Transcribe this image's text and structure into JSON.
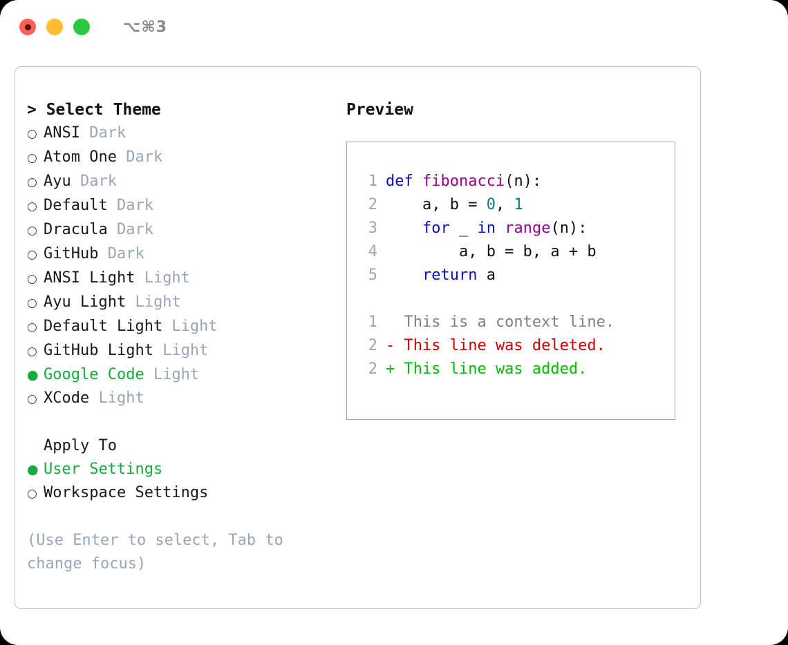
{
  "titlebar": {
    "shortcut": "⌥⌘3",
    "buttons": [
      "close",
      "minimize",
      "maximize"
    ]
  },
  "colors": {
    "accent_green": "#14ab3c",
    "muted": "#9aa5b5",
    "border": "#b9c0cc",
    "keyword": "#0c0cc4",
    "function": "#99008f",
    "number": "#0b7d7d",
    "diff_deleted": "#cc0000",
    "diff_added": "#00bb00",
    "traffic_red": "#ff5f57",
    "traffic_yellow": "#febc2e",
    "traffic_green": "#28c840"
  },
  "theme_list": {
    "title": "> Select Theme",
    "bullet_unselected": "○",
    "bullet_selected": "●",
    "items": [
      {
        "name": "ANSI",
        "kind": "Dark",
        "selected": false
      },
      {
        "name": "Atom One",
        "kind": "Dark",
        "selected": false
      },
      {
        "name": "Ayu",
        "kind": "Dark",
        "selected": false
      },
      {
        "name": "Default",
        "kind": "Dark",
        "selected": false
      },
      {
        "name": "Dracula",
        "kind": "Dark",
        "selected": false
      },
      {
        "name": "GitHub",
        "kind": "Dark",
        "selected": false
      },
      {
        "name": "ANSI Light",
        "kind": "Light",
        "selected": false
      },
      {
        "name": "Ayu Light",
        "kind": "Light",
        "selected": false
      },
      {
        "name": "Default Light",
        "kind": "Light",
        "selected": false
      },
      {
        "name": "GitHub Light",
        "kind": "Light",
        "selected": false
      },
      {
        "name": "Google Code",
        "kind": "Light",
        "selected": true
      },
      {
        "name": "XCode",
        "kind": "Light",
        "selected": false
      }
    ]
  },
  "apply_to": {
    "title": "Apply To",
    "items": [
      {
        "name": "User Settings",
        "selected": true
      },
      {
        "name": "Workspace Settings",
        "selected": false
      }
    ]
  },
  "hint": "(Use Enter to select, Tab to change focus)",
  "preview": {
    "title": "Preview",
    "code": [
      {
        "line": "1",
        "tokens": [
          {
            "t": "def ",
            "c": "kw"
          },
          {
            "t": "fibonacci",
            "c": "fn"
          },
          {
            "t": "(n):",
            "c": "pl"
          }
        ]
      },
      {
        "line": "2",
        "tokens": [
          {
            "t": "    a, b = ",
            "c": "pl"
          },
          {
            "t": "0",
            "c": "num"
          },
          {
            "t": ", ",
            "c": "pl"
          },
          {
            "t": "1",
            "c": "num"
          }
        ]
      },
      {
        "line": "3",
        "tokens": [
          {
            "t": "    ",
            "c": "pl"
          },
          {
            "t": "for",
            "c": "kw"
          },
          {
            "t": " _ ",
            "c": "pl"
          },
          {
            "t": "in",
            "c": "kw"
          },
          {
            "t": " ",
            "c": "pl"
          },
          {
            "t": "range",
            "c": "fn"
          },
          {
            "t": "(n):",
            "c": "pl"
          }
        ]
      },
      {
        "line": "4",
        "tokens": [
          {
            "t": "        a, b = b, a + b",
            "c": "pl"
          }
        ]
      },
      {
        "line": "5",
        "tokens": [
          {
            "t": "    ",
            "c": "pl"
          },
          {
            "t": "return",
            "c": "kw"
          },
          {
            "t": " a",
            "c": "pl"
          }
        ]
      }
    ],
    "diff": [
      {
        "line": "1",
        "marker": "  ",
        "text": "This is a context line.",
        "kind": "ctx"
      },
      {
        "line": "2",
        "marker": "- ",
        "text": "This line was deleted.",
        "kind": "del"
      },
      {
        "line": "2",
        "marker": "+ ",
        "text": "This line was added.",
        "kind": "add"
      }
    ]
  }
}
